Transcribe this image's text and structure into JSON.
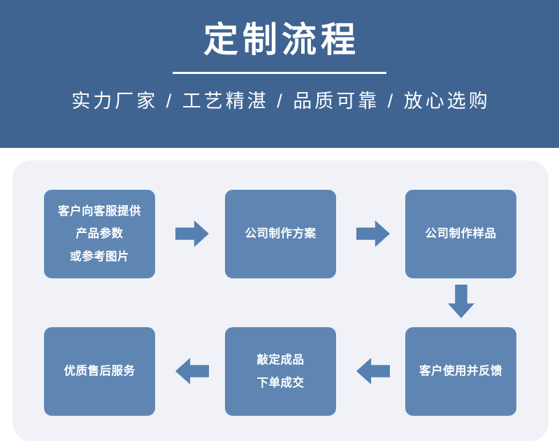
{
  "header": {
    "title": "定制流程",
    "subtitle": "实力厂家 / 工艺精湛 / 品质可靠 / 放心选购",
    "background_color": "#406492",
    "text_color": "#ffffff",
    "divider_color": "#ffffff"
  },
  "flow": {
    "container_color": "#f0f2f7",
    "box_color": "#5f86b3",
    "box_text_color": "#ffffff",
    "arrow_color": "#5580b0",
    "steps": [
      {
        "id": "step-1",
        "lines": [
          "客户向客服提供",
          "产品参数",
          "或参考图片"
        ]
      },
      {
        "id": "step-2",
        "lines": [
          "公司制作方案"
        ]
      },
      {
        "id": "step-3",
        "lines": [
          "公司制作样品"
        ]
      },
      {
        "id": "step-4",
        "lines": [
          "客户使用并反馈"
        ]
      },
      {
        "id": "step-5",
        "lines": [
          "敲定成品",
          "下单成交"
        ]
      },
      {
        "id": "step-6",
        "lines": [
          "优质售后服务"
        ]
      }
    ],
    "connectors": [
      {
        "id": "connector-1",
        "direction": "right",
        "from": "step-1",
        "to": "step-2"
      },
      {
        "id": "connector-2",
        "direction": "right",
        "from": "step-2",
        "to": "step-3"
      },
      {
        "id": "connector-3",
        "direction": "down",
        "from": "step-3",
        "to": "step-4"
      },
      {
        "id": "connector-4",
        "direction": "left",
        "from": "step-4",
        "to": "step-5"
      },
      {
        "id": "connector-5",
        "direction": "left",
        "from": "step-5",
        "to": "step-6"
      }
    ]
  }
}
